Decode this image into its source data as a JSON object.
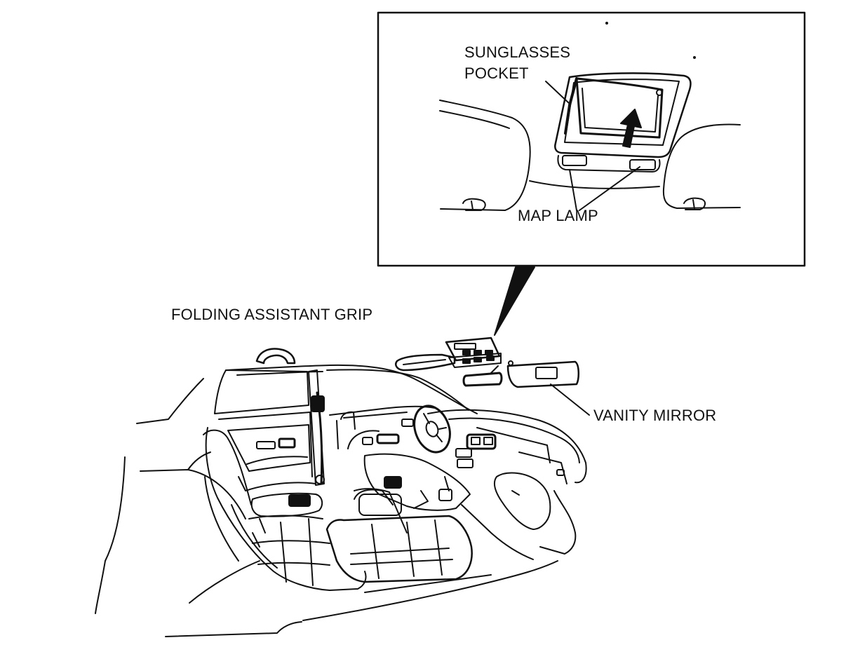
{
  "labels": {
    "sunglasses_pocket_line1": "SUNGLASSES",
    "sunglasses_pocket_line2": "POCKET",
    "map_lamp": "MAP LAMP",
    "folding_assistant_grip": "FOLDING ASSISTANT GRIP",
    "vanity_mirror": "VANITY MIRROR"
  },
  "colors": {
    "ink": "#111111",
    "paper": "#ffffff"
  }
}
